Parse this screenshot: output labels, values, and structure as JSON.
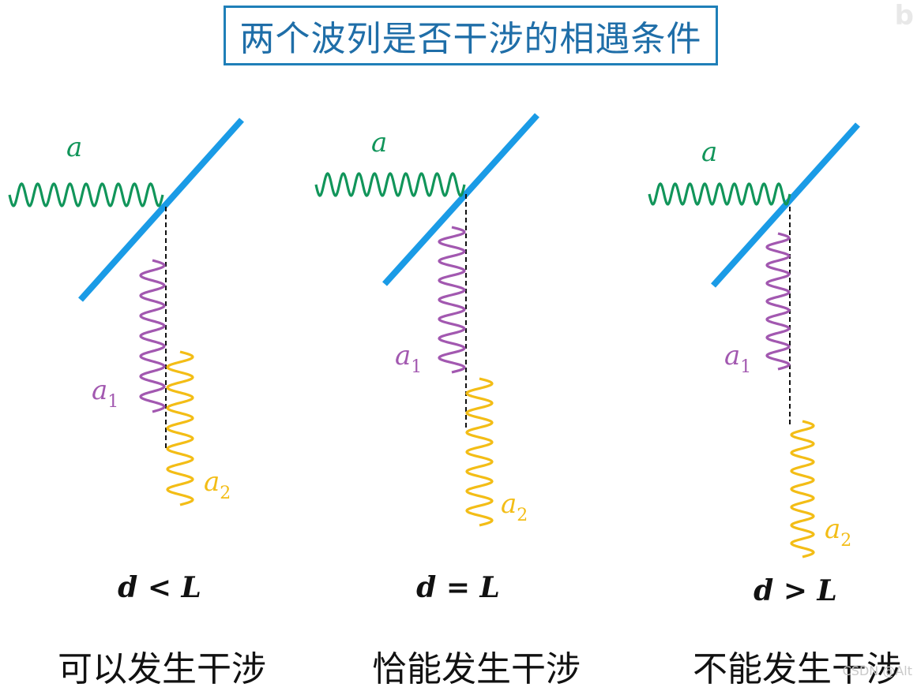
{
  "title": "两个波列是否干涉的相遇条件",
  "watermark": "CSDN @Alt",
  "corner_mark": "b",
  "colors": {
    "mirror": "#1a9be6",
    "wave_a": "#11955a",
    "wave_a1": "#a258b0",
    "wave_a2": "#f3bd16",
    "title_border": "#1f7fb8",
    "title_text": "#1f6ea8",
    "text": "#111111"
  },
  "panels": [
    {
      "label_a": "a",
      "label_a1": {
        "base": "a",
        "sub": "1"
      },
      "label_a2": {
        "base": "a",
        "sub": "2"
      },
      "condition": "d < L",
      "result": "可以发生干涉"
    },
    {
      "label_a": "a",
      "label_a1": {
        "base": "a",
        "sub": "1"
      },
      "label_a2": {
        "base": "a",
        "sub": "2"
      },
      "condition": "d = L",
      "result": "恰能发生干涉"
    },
    {
      "label_a": "a",
      "label_a1": {
        "base": "a",
        "sub": "1"
      },
      "label_a2": {
        "base": "a",
        "sub": "2"
      },
      "condition": "d > L",
      "result": "不能发生干涉"
    }
  ]
}
